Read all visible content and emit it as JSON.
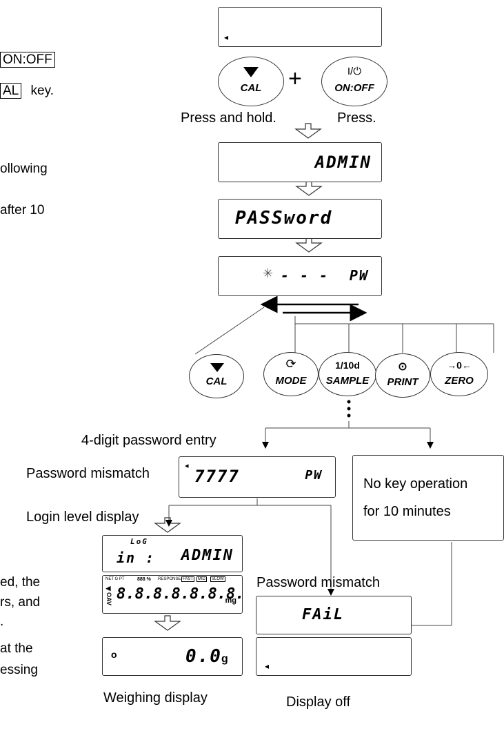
{
  "left_text": {
    "line1_key": "ON:OFF",
    "line2_key": "AL",
    "line2_tail": "key.",
    "line3": "ollowing",
    "line4": "after  10",
    "line5": "ed,  the",
    "line6": "rs,  and",
    "line7": ".",
    "line8": "at  the",
    "line9": "essing"
  },
  "displays": {
    "top_blank": "◂",
    "admin": "ADMIN",
    "password": "PASSword",
    "pw_entry": "- - -",
    "pw_suffix": "PW",
    "pw_mismatch_digits": "7777",
    "pw_mismatch_suffix": "PW",
    "login_small": "LoG",
    "login_main": "in :",
    "login_admin": "ADMIN",
    "segment_test": "8.8.8.8.8.8.8.8",
    "fail": "FAiL",
    "weigh_value": "0.0",
    "weigh_unit": "g",
    "weigh_dot": "o",
    "off_marker": "◂"
  },
  "segment_indicators": {
    "top_left": "NET G PT",
    "pct": "888 %",
    "response": "RESPONSE",
    "tags": [
      "FAST",
      "MID",
      "SLOW"
    ],
    "side": "◀OAV",
    "units": "mg"
  },
  "keys": {
    "cal": "CAL",
    "mode": "MODE",
    "sample_top": "1/10d",
    "sample": "SAMPLE",
    "print": "PRINT",
    "zero": "ZERO",
    "onoff_top": "I/⏻",
    "onoff": "ON:OFF",
    "zero_sym": "→0←",
    "print_sym": "⊙",
    "mode_sym": "⟳"
  },
  "labels": {
    "plus": "+",
    "press_hold": "Press and hold.",
    "press": "Press.",
    "four_digit": "4-digit password entry",
    "pw_mismatch_left": "Password mismatch",
    "no_key_line1": "No key operation",
    "no_key_line2": "for 10 minutes",
    "login_level": "Login level display",
    "pw_mismatch_right": "Password mismatch",
    "weighing": "Weighing display",
    "display_off": "Display off"
  }
}
